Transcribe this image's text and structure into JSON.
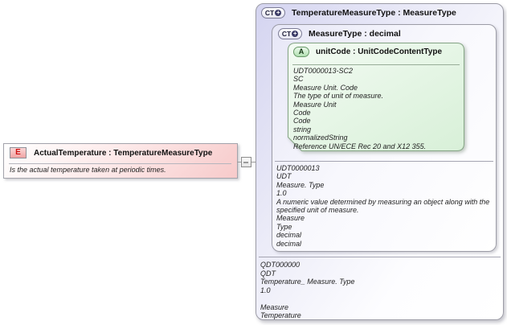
{
  "element": {
    "icon": "E",
    "title": "ActualTemperature : TemperatureMeasureType",
    "annotation": "Is the actual temperature taken at periodic times."
  },
  "outer_type": {
    "icon": "CT",
    "plus": "+",
    "title": "TemperatureMeasureType : MeasureType",
    "annotation_lines": [
      "QDT000000",
      "QDT",
      "Temperature_ Measure. Type",
      "1.0",
      "",
      "Measure",
      "Temperature"
    ]
  },
  "inner_type": {
    "icon": "CT",
    "plus": "+",
    "title": "MeasureType : decimal",
    "annotation_lines": [
      "UDT0000013",
      "UDT",
      "Measure. Type",
      "1.0",
      "A numeric value determined by measuring an object along with the specified unit of measure.",
      "Measure",
      "Type",
      "decimal",
      "decimal"
    ]
  },
  "attribute": {
    "icon": "A",
    "title": "unitCode : UnitCodeContentType",
    "annotation_lines": [
      "UDT0000013-SC2",
      "SC",
      "Measure Unit. Code",
      "The type of unit of measure.",
      "Measure Unit",
      "Code",
      "Code",
      "string",
      "normalizedString",
      "Reference UN/ECE Rec 20 and X12 355."
    ]
  },
  "colors": {
    "element_fill": "#f7caca",
    "element_icon_fill": "#f0a4a4",
    "element_icon_letter": "#cc1111",
    "type_fill": "#d4d4f0",
    "attribute_fill": "#ddf3dd",
    "attribute_icon_fill": "#b0dfb0",
    "box_border": "#9c9ca6",
    "connector": "#9a9a9a",
    "annotation_text": "#1f1f1f"
  }
}
